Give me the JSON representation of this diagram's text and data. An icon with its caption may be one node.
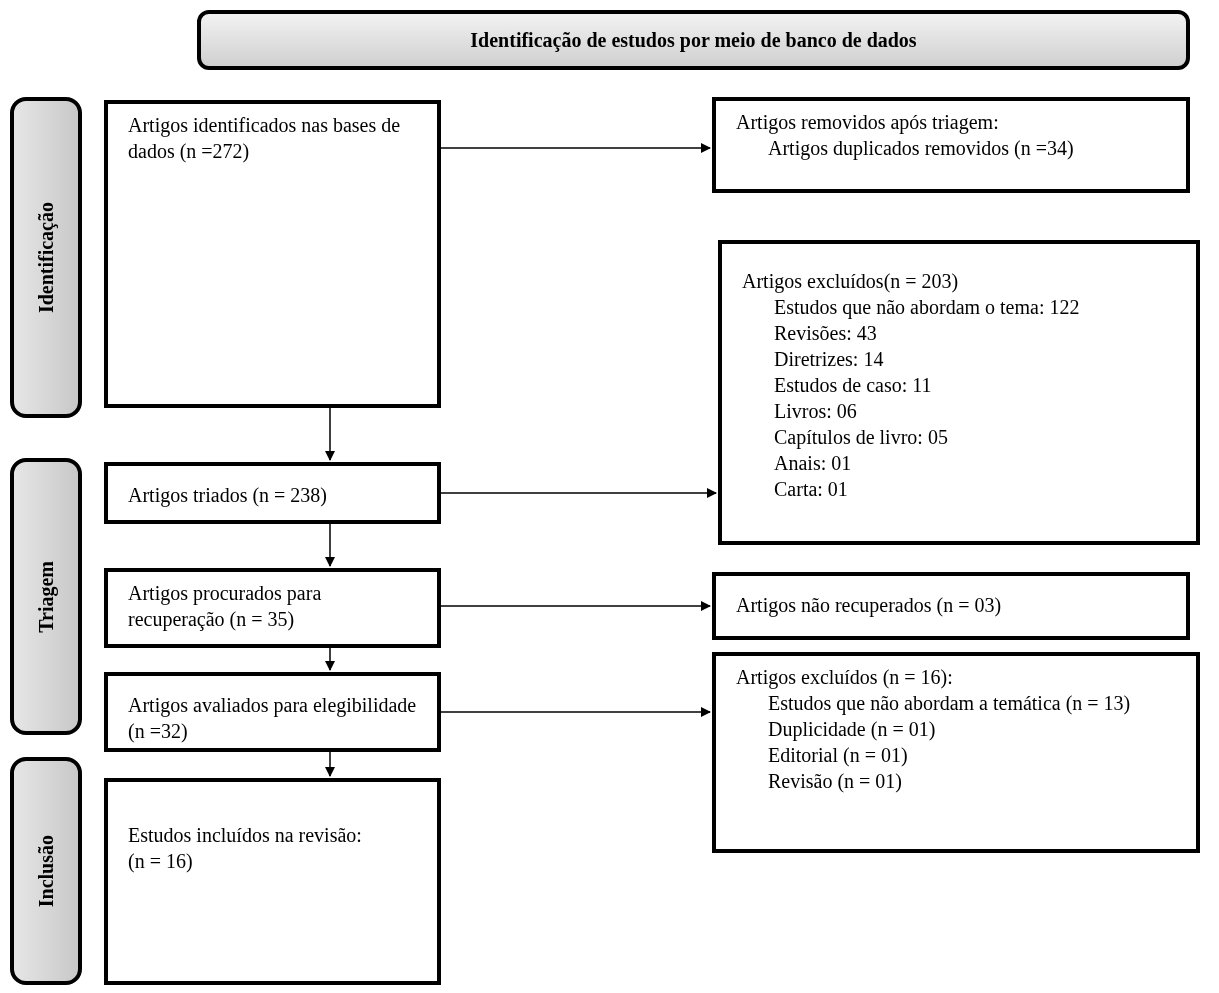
{
  "diagram": {
    "nodes": [
      {
        "text": [
          "Identificação de estudos por meio de banco de dados"
        ]
      },
      {
        "text": [
          "Identificação"
        ]
      },
      {
        "text": [
          "Triagem"
        ]
      },
      {
        "text": [
          "Inclusão"
        ]
      },
      {
        "text": [
          "Artigos identificados nas bases de dados (n =272)"
        ]
      },
      {
        "text": [
          "Artigos removidos após triagem:",
          "Artigos duplicados removidos (n =34)"
        ]
      },
      {
        "text": [
          "Artigos triados (n = 238)"
        ]
      },
      {
        "text": [
          "Artigos excluídos(n = 203)",
          "Estudos que não abordam o tema: 122",
          "Revisões: 43",
          "Diretrizes: 14",
          "Estudos de caso: 11",
          "Livros: 06",
          "Capítulos de livro: 05",
          "Anais: 01",
          "Carta: 01"
        ]
      },
      {
        "text": [
          "Artigos procurados para recuperação (n = 35)"
        ]
      },
      {
        "text": [
          "Artigos não recuperados (n = 03)"
        ]
      },
      {
        "text": [
          "Artigos avaliados para elegibilidade (n =32)"
        ]
      },
      {
        "text": [
          "Artigos excluídos (n = 16):",
          "Estudos que não abordam a temática (n = 13)",
          "Duplicidade (n = 01)",
          "Editorial (n = 01)",
          "Revisão (n = 01)"
        ]
      },
      {
        "text": [
          "Estudos incluídos na revisão:",
          "(n = 16)"
        ]
      }
    ],
    "edges": [
      {
        "from": 4,
        "to": 5,
        "arrow": "to"
      },
      {
        "from": 4,
        "to": 6,
        "arrow": "to"
      },
      {
        "from": 6,
        "to": 7,
        "arrow": "to"
      },
      {
        "from": 6,
        "to": 8,
        "arrow": "to"
      },
      {
        "from": 8,
        "to": 9,
        "arrow": "to"
      },
      {
        "from": 8,
        "to": 10,
        "arrow": "to"
      },
      {
        "from": 10,
        "to": 11,
        "arrow": "to"
      },
      {
        "from": 10,
        "to": 12,
        "arrow": "to"
      }
    ]
  }
}
